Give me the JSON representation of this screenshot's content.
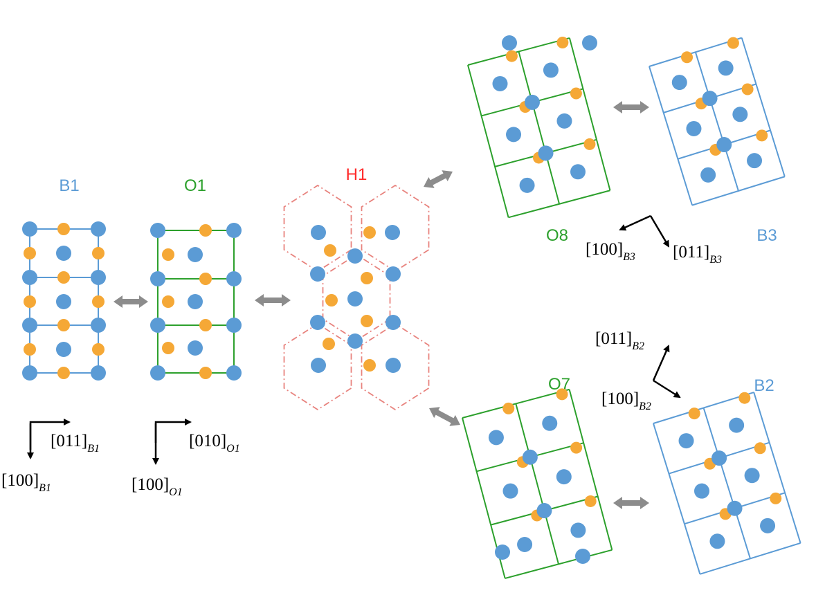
{
  "colors": {
    "b_phase": "#5b9bd5",
    "o_phase": "#2ca02c",
    "h_phase": "#ff2a2a",
    "h_cell": "#e8837e",
    "atom_blue": "#5b9bd5",
    "atom_orange": "#f5a836",
    "arrow_grey": "#8c8c8c",
    "direction_arrow": "#000000"
  },
  "phases": {
    "b1": "B1",
    "o1": "O1",
    "h1": "H1",
    "o8": "O8",
    "b3": "B3",
    "o7": "O7",
    "b2": "B2"
  },
  "directions": {
    "b1_x": {
      "main": "[011]",
      "sub": "B1"
    },
    "b1_y": {
      "main": "[100]",
      "sub": "B1"
    },
    "o1_x": {
      "main": "[010]",
      "sub": "O1"
    },
    "o1_y": {
      "main": "[100]",
      "sub": "O1"
    },
    "b3_a": {
      "main": "[100]",
      "sub": "B3"
    },
    "b3_b": {
      "main": "[011]",
      "sub": "B3"
    },
    "b2_a": {
      "main": "[011]",
      "sub": "B2"
    },
    "b2_b": {
      "main": "[100]",
      "sub": "B2"
    }
  },
  "transitions": [
    "B1-O1",
    "O1-H1",
    "H1-O8",
    "O8-B3",
    "H1-O7",
    "O7-B2"
  ]
}
